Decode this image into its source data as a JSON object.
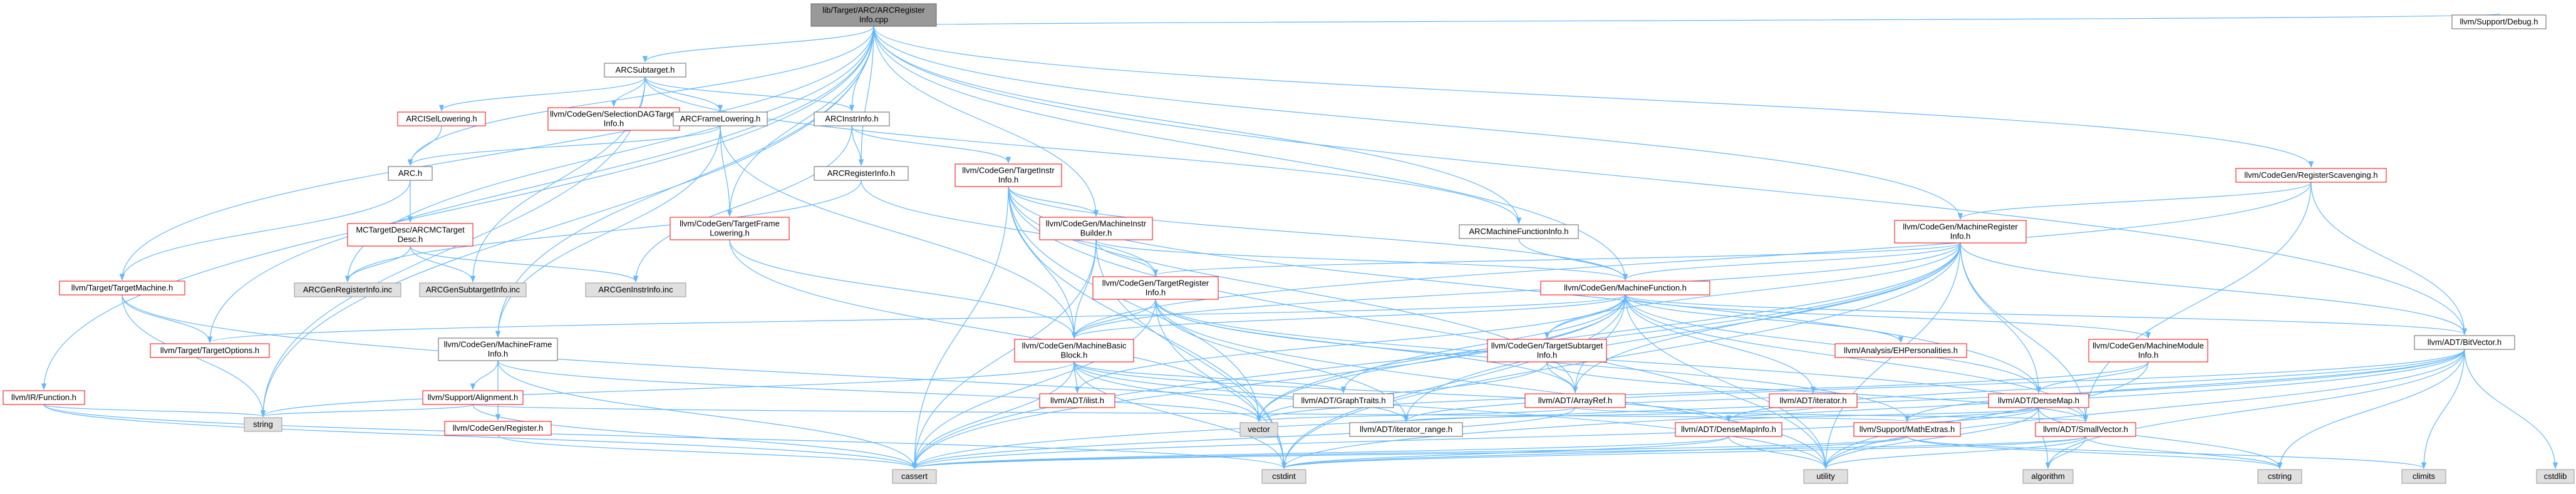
{
  "colors": {
    "root_fill": "#999999",
    "normal_fill": "#ffffff",
    "normal_stroke": "#666666",
    "incomplete_stroke": "#ff0000",
    "external_fill": "#e0e0e0",
    "external_stroke": "#999999",
    "edge": "#63b8ff",
    "text": "#000000"
  },
  "nodes": [
    {
      "id": "root",
      "lines": [
        "lib/Target/ARC/ARCRegister",
        "Info.cpp"
      ],
      "style": "root"
    },
    {
      "id": "subtarget",
      "lines": [
        "ARCSubtarget.h"
      ],
      "style": "normal"
    },
    {
      "id": "debug",
      "lines": [
        "llvm/Support/Debug.h"
      ],
      "style": "normal"
    },
    {
      "id": "iseltl",
      "lines": [
        "ARCISelLowering.h"
      ],
      "style": "incomplete"
    },
    {
      "id": "seldag",
      "lines": [
        "llvm/CodeGen/SelectionDAGTarget",
        "Info.h"
      ],
      "style": "incomplete"
    },
    {
      "id": "framelow",
      "lines": [
        "ARCFrameLowering.h"
      ],
      "style": "normal"
    },
    {
      "id": "instrinfo",
      "lines": [
        "ARCInstrInfo.h"
      ],
      "style": "normal"
    },
    {
      "id": "arch",
      "lines": [
        "ARC.h"
      ],
      "style": "normal"
    },
    {
      "id": "reginfo",
      "lines": [
        "ARCRegisterInfo.h"
      ],
      "style": "normal"
    },
    {
      "id": "ttinstr",
      "lines": [
        "llvm/CodeGen/TargetInstr",
        "Info.h"
      ],
      "style": "incomplete"
    },
    {
      "id": "regscav",
      "lines": [
        "llvm/CodeGen/RegisterScavenging.h"
      ],
      "style": "incomplete"
    },
    {
      "id": "mctarget",
      "lines": [
        "MCTargetDesc/ARCMCTarget",
        "Desc.h"
      ],
      "style": "incomplete"
    },
    {
      "id": "tframe",
      "lines": [
        "llvm/CodeGen/TargetFrame",
        "Lowering.h"
      ],
      "style": "incomplete"
    },
    {
      "id": "mibuilder",
      "lines": [
        "llvm/CodeGen/MachineInstr",
        "Builder.h"
      ],
      "style": "incomplete"
    },
    {
      "id": "mfinfo",
      "lines": [
        "ARCMachineFunctionInfo.h"
      ],
      "style": "normal"
    },
    {
      "id": "mreginfo",
      "lines": [
        "llvm/CodeGen/MachineRegister",
        "Info.h"
      ],
      "style": "incomplete"
    },
    {
      "id": "targetmachine",
      "lines": [
        "llvm/Target/TargetMachine.h"
      ],
      "style": "incomplete"
    },
    {
      "id": "genreginc",
      "lines": [
        "ARCGenRegisterInfo.inc"
      ],
      "style": "external"
    },
    {
      "id": "gensubinc",
      "lines": [
        "ARCGenSubtargetInfo.inc"
      ],
      "style": "external"
    },
    {
      "id": "geninstrinc",
      "lines": [
        "ARCGenInstrInfo.inc"
      ],
      "style": "external"
    },
    {
      "id": "treginfo",
      "lines": [
        "llvm/CodeGen/TargetRegister",
        "Info.h"
      ],
      "style": "incomplete"
    },
    {
      "id": "mfunction",
      "lines": [
        "llvm/CodeGen/MachineFunction.h"
      ],
      "style": "incomplete"
    },
    {
      "id": "targetoptions",
      "lines": [
        "llvm/Target/TargetOptions.h"
      ],
      "style": "incomplete"
    },
    {
      "id": "mbb",
      "lines": [
        "llvm/CodeGen/MachineBasic",
        "Block.h"
      ],
      "style": "incomplete"
    },
    {
      "id": "tsubinfo",
      "lines": [
        "llvm/CodeGen/TargetSubtarget",
        "Info.h"
      ],
      "style": "incomplete"
    },
    {
      "id": "ehpers",
      "lines": [
        "llvm/Analysis/EHPersonalities.h"
      ],
      "style": "incomplete"
    },
    {
      "id": "mmodinfo",
      "lines": [
        "llvm/CodeGen/MachineModule",
        "Info.h"
      ],
      "style": "incomplete"
    },
    {
      "id": "bitvector",
      "lines": [
        "llvm/ADT/BitVector.h"
      ],
      "style": "normal"
    },
    {
      "id": "mframeinfo",
      "lines": [
        "llvm/CodeGen/MachineFrame",
        "Info.h"
      ],
      "style": "normal"
    },
    {
      "id": "irfunction",
      "lines": [
        "llvm/IR/Function.h"
      ],
      "style": "incomplete"
    },
    {
      "id": "alignment",
      "lines": [
        "llvm/Support/Alignment.h"
      ],
      "style": "incomplete"
    },
    {
      "id": "ilist",
      "lines": [
        "llvm/ADT/ilist.h"
      ],
      "style": "incomplete"
    },
    {
      "id": "graphtraits",
      "lines": [
        "llvm/ADT/GraphTraits.h"
      ],
      "style": "normal"
    },
    {
      "id": "arrayref",
      "lines": [
        "llvm/ADT/ArrayRef.h"
      ],
      "style": "incomplete"
    },
    {
      "id": "iteratorh",
      "lines": [
        "llvm/ADT/iterator.h"
      ],
      "style": "incomplete"
    },
    {
      "id": "densemap",
      "lines": [
        "llvm/ADT/DenseMap.h"
      ],
      "style": "incomplete"
    },
    {
      "id": "register",
      "lines": [
        "llvm/CodeGen/Register.h"
      ],
      "style": "incomplete"
    },
    {
      "id": "string",
      "lines": [
        "string"
      ],
      "style": "external"
    },
    {
      "id": "vector",
      "lines": [
        "vector"
      ],
      "style": "external"
    },
    {
      "id": "iterrange",
      "lines": [
        "llvm/ADT/iterator_range.h"
      ],
      "style": "normal"
    },
    {
      "id": "densemapinfo",
      "lines": [
        "llvm/ADT/DenseMapInfo.h"
      ],
      "style": "incomplete"
    },
    {
      "id": "mathextras",
      "lines": [
        "llvm/Support/MathExtras.h"
      ],
      "style": "incomplete"
    },
    {
      "id": "smallvector",
      "lines": [
        "llvm/ADT/SmallVector.h"
      ],
      "style": "incomplete"
    },
    {
      "id": "cassert",
      "lines": [
        "cassert"
      ],
      "style": "external"
    },
    {
      "id": "cstdint",
      "lines": [
        "cstdint"
      ],
      "style": "external"
    },
    {
      "id": "utility",
      "lines": [
        "utility"
      ],
      "style": "external"
    },
    {
      "id": "algorithm",
      "lines": [
        "algorithm"
      ],
      "style": "external"
    },
    {
      "id": "cstring",
      "lines": [
        "cstring"
      ],
      "style": "external"
    },
    {
      "id": "climits",
      "lines": [
        "climits"
      ],
      "style": "external"
    },
    {
      "id": "cstdlib",
      "lines": [
        "cstdlib"
      ],
      "style": "external"
    }
  ],
  "edges": [
    [
      "root",
      "subtarget"
    ],
    [
      "root",
      "debug"
    ],
    [
      "root",
      "arch"
    ],
    [
      "root",
      "instrinfo"
    ],
    [
      "root",
      "reginfo"
    ],
    [
      "root",
      "mfinfo"
    ],
    [
      "root",
      "regscav"
    ],
    [
      "root",
      "mreginfo"
    ],
    [
      "root",
      "mfunction"
    ],
    [
      "root",
      "mibuilder"
    ],
    [
      "root",
      "tframe"
    ],
    [
      "root",
      "targetmachine"
    ],
    [
      "root",
      "targetoptions"
    ],
    [
      "root",
      "irfunction"
    ],
    [
      "root",
      "mframeinfo"
    ],
    [
      "root",
      "bitvector"
    ],
    [
      "root",
      "genreginc"
    ],
    [
      "root",
      "string"
    ],
    [
      "subtarget",
      "iseltl"
    ],
    [
      "subtarget",
      "seldag"
    ],
    [
      "subtarget",
      "framelow"
    ],
    [
      "subtarget",
      "instrinfo"
    ],
    [
      "subtarget",
      "gensubinc"
    ],
    [
      "subtarget",
      "string"
    ],
    [
      "subtarget",
      "mfinfo"
    ],
    [
      "iseltl",
      "arch"
    ],
    [
      "framelow",
      "arch"
    ],
    [
      "framelow",
      "tframe"
    ],
    [
      "framelow",
      "mframeinfo"
    ],
    [
      "framelow",
      "mbb"
    ],
    [
      "instrinfo",
      "reginfo"
    ],
    [
      "instrinfo",
      "ttinstr"
    ],
    [
      "instrinfo",
      "geninstrinc"
    ],
    [
      "arch",
      "mctarget"
    ],
    [
      "arch",
      "targetmachine"
    ],
    [
      "reginfo",
      "treginfo"
    ],
    [
      "reginfo",
      "genreginc"
    ],
    [
      "mctarget",
      "genreginc"
    ],
    [
      "mctarget",
      "gensubinc"
    ],
    [
      "mctarget",
      "geninstrinc"
    ],
    [
      "ttinstr",
      "mibuilder"
    ],
    [
      "ttinstr",
      "mbb"
    ],
    [
      "ttinstr",
      "mfunction"
    ],
    [
      "ttinstr",
      "arrayref"
    ],
    [
      "ttinstr",
      "densemap"
    ],
    [
      "ttinstr",
      "cassert"
    ],
    [
      "ttinstr",
      "cstdint"
    ],
    [
      "ttinstr",
      "utility"
    ],
    [
      "ttinstr",
      "vector"
    ],
    [
      "tframe",
      "mbb"
    ],
    [
      "tframe",
      "vector"
    ],
    [
      "mibuilder",
      "mfunction"
    ],
    [
      "mibuilder",
      "mbb"
    ],
    [
      "mibuilder",
      "treginfo"
    ],
    [
      "mibuilder",
      "cassert"
    ],
    [
      "mibuilder",
      "cstdint"
    ],
    [
      "mfinfo",
      "mfunction"
    ],
    [
      "regscav",
      "mreginfo"
    ],
    [
      "regscav",
      "bitvector"
    ],
    [
      "regscav",
      "mbb"
    ],
    [
      "regscav",
      "smallvector"
    ],
    [
      "mreginfo",
      "mfunction"
    ],
    [
      "mreginfo",
      "mbb"
    ],
    [
      "mreginfo",
      "tsubinfo"
    ],
    [
      "mreginfo",
      "treginfo"
    ],
    [
      "mreginfo",
      "bitvector"
    ],
    [
      "mreginfo",
      "arrayref"
    ],
    [
      "mreginfo",
      "smallvector"
    ],
    [
      "mreginfo",
      "iterrange"
    ],
    [
      "mreginfo",
      "densemap"
    ],
    [
      "mreginfo",
      "vector"
    ],
    [
      "mreginfo",
      "cassert"
    ],
    [
      "mreginfo",
      "cstdint"
    ],
    [
      "mreginfo",
      "utility"
    ],
    [
      "targetmachine",
      "targetoptions"
    ],
    [
      "targetmachine",
      "string"
    ],
    [
      "targetmachine",
      "utility"
    ],
    [
      "treginfo",
      "mbb"
    ],
    [
      "treginfo",
      "arrayref"
    ],
    [
      "treginfo",
      "smallvector"
    ],
    [
      "treginfo",
      "iterrange"
    ],
    [
      "treginfo",
      "mathextras"
    ],
    [
      "treginfo",
      "cassert"
    ],
    [
      "treginfo",
      "cstdint"
    ],
    [
      "treginfo",
      "utility"
    ],
    [
      "mfunction",
      "mbb"
    ],
    [
      "mfunction",
      "ehpers"
    ],
    [
      "mfunction",
      "mmodinfo"
    ],
    [
      "mfunction",
      "bitvector"
    ],
    [
      "mfunction",
      "arrayref"
    ],
    [
      "mfunction",
      "densemap"
    ],
    [
      "mfunction",
      "graphtraits"
    ],
    [
      "mfunction",
      "ilist"
    ],
    [
      "mfunction",
      "iteratorh"
    ],
    [
      "mfunction",
      "smallvector"
    ],
    [
      "mfunction",
      "tsubinfo"
    ],
    [
      "mfunction",
      "targetoptions"
    ],
    [
      "mfunction",
      "cassert"
    ],
    [
      "mfunction",
      "cstdint"
    ],
    [
      "mfunction",
      "utility"
    ],
    [
      "mfunction",
      "vector"
    ],
    [
      "mbb",
      "graphtraits"
    ],
    [
      "mbb",
      "ilist"
    ],
    [
      "mbb",
      "iterrange"
    ],
    [
      "mbb",
      "cassert"
    ],
    [
      "mbb",
      "cstdint"
    ],
    [
      "mbb",
      "string"
    ],
    [
      "mbb",
      "vector"
    ],
    [
      "mbb",
      "densemapinfo"
    ],
    [
      "tsubinfo",
      "arrayref"
    ],
    [
      "tsubinfo",
      "smallvector"
    ],
    [
      "tsubinfo",
      "vector"
    ],
    [
      "mmodinfo",
      "densemap"
    ],
    [
      "mmodinfo",
      "utility"
    ],
    [
      "mmodinfo",
      "vector"
    ],
    [
      "bitvector",
      "densemapinfo"
    ],
    [
      "bitvector",
      "iterrange"
    ],
    [
      "bitvector",
      "mathextras"
    ],
    [
      "bitvector",
      "algorithm"
    ],
    [
      "bitvector",
      "cassert"
    ],
    [
      "bitvector",
      "climits"
    ],
    [
      "bitvector",
      "cstdint"
    ],
    [
      "bitvector",
      "cstdlib"
    ],
    [
      "bitvector",
      "cstring"
    ],
    [
      "bitvector",
      "utility"
    ],
    [
      "mframeinfo",
      "alignment"
    ],
    [
      "mframeinfo",
      "register"
    ],
    [
      "mframeinfo",
      "cassert"
    ],
    [
      "mframeinfo",
      "vector"
    ],
    [
      "irfunction",
      "string"
    ],
    [
      "irfunction",
      "cassert"
    ],
    [
      "irfunction",
      "cstdint"
    ],
    [
      "alignment",
      "mathextras"
    ],
    [
      "alignment",
      "cassert"
    ],
    [
      "alignment",
      "string"
    ],
    [
      "register",
      "cassert"
    ],
    [
      "arrayref",
      "cassert"
    ],
    [
      "arrayref",
      "vector"
    ],
    [
      "arrayref",
      "iteratorh"
    ],
    [
      "arrayref",
      "smallvector"
    ],
    [
      "iteratorh",
      "iterrange"
    ],
    [
      "iteratorh",
      "cstddef_skip"
    ],
    [
      "densemap",
      "densemapinfo"
    ],
    [
      "densemap",
      "mathextras"
    ],
    [
      "densemap",
      "algorithm"
    ],
    [
      "densemap",
      "cassert"
    ],
    [
      "densemap",
      "cstring"
    ],
    [
      "densemap",
      "utility"
    ],
    [
      "densemapinfo",
      "cassert"
    ],
    [
      "densemapinfo",
      "cstdint"
    ],
    [
      "densemapinfo",
      "utility"
    ],
    [
      "mathextras",
      "cassert"
    ],
    [
      "mathextras",
      "climits"
    ],
    [
      "mathextras",
      "cstdint"
    ],
    [
      "mathextras",
      "cstring"
    ],
    [
      "smallvector",
      "cassert"
    ],
    [
      "smallvector",
      "cstdint"
    ],
    [
      "smallvector",
      "cstring"
    ],
    [
      "smallvector",
      "utility"
    ],
    [
      "smallvector",
      "algorithm"
    ]
  ]
}
